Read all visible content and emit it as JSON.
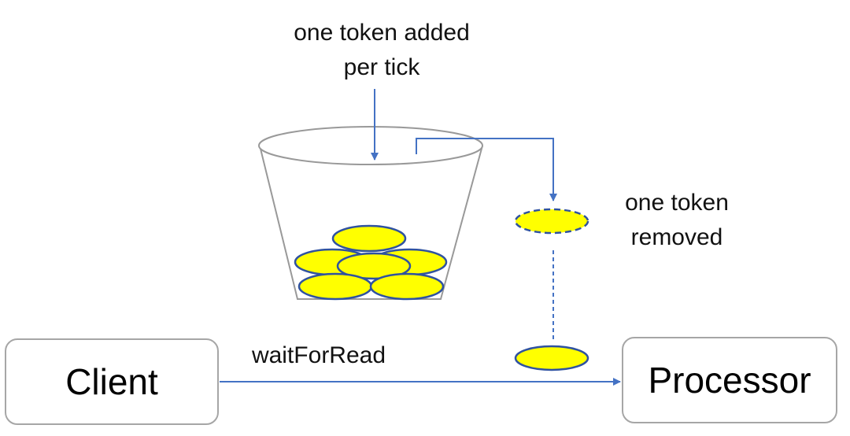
{
  "labels": {
    "token_added": [
      "one token added",
      "per tick"
    ],
    "token_removed": [
      "one token",
      "removed"
    ],
    "wait_for_read": "waitForRead"
  },
  "nodes": {
    "client": "Client",
    "processor": "Processor"
  },
  "colors": {
    "arrow": "#4472c4",
    "token_fill": "#ffff00",
    "token_stroke": "#2f52a0",
    "bucket_stroke": "#999999",
    "box_border": "#a6a6a6"
  }
}
